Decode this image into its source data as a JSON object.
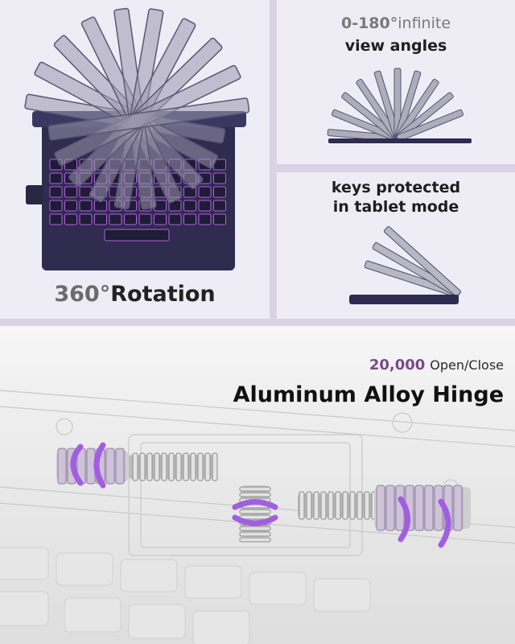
{
  "rotation": {
    "number": "360°",
    "label": "Rotation"
  },
  "view": {
    "range": "0-180°",
    "range_suffix": "infinite",
    "line2": "view angles"
  },
  "keys": {
    "line1": "keys protected",
    "line2": "in tablet mode"
  },
  "hinge": {
    "count": "20,000",
    "count_label": "Open/Close",
    "title": "Aluminum Alloy Hinge"
  },
  "colors": {
    "panel_bg": "#eeecf5",
    "gap": "#d9d3e6",
    "keyboard": "#2f2c4f",
    "backlight": "#b560e0",
    "accent": "#7a4a8c",
    "spring_glow": "#a25ee0"
  },
  "icons": [
    "rotation-arrow-icon"
  ]
}
